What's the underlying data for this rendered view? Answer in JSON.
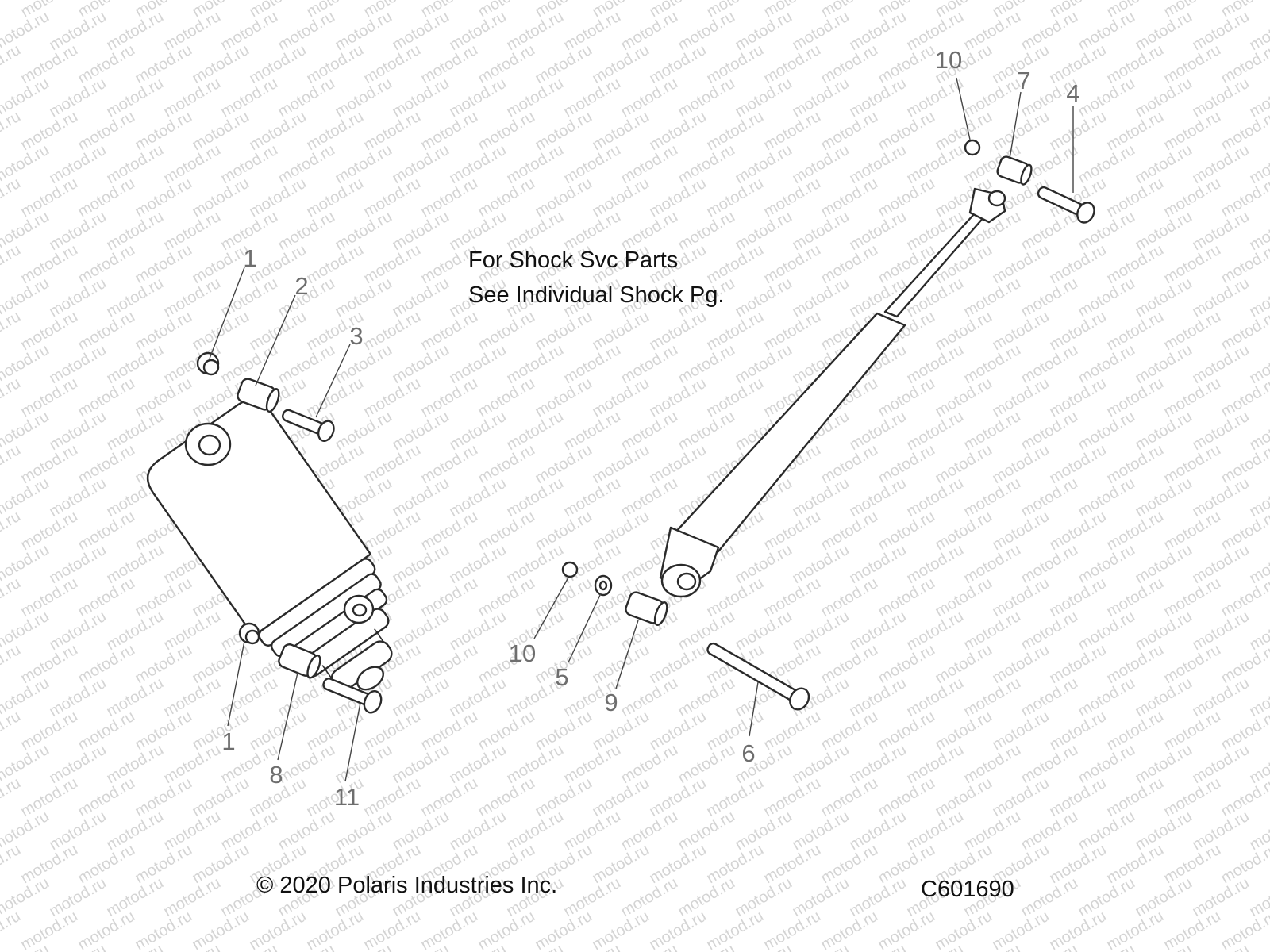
{
  "note": {
    "line1": "For Shock Svc Parts",
    "line2": "See Individual Shock Pg."
  },
  "copyright": "© 2020 Polaris Industries Inc.",
  "figure_id": "C601690",
  "watermark": "motod.ru",
  "callouts": [
    {
      "id": "callout-1-top",
      "label": "1"
    },
    {
      "id": "callout-2",
      "label": "2"
    },
    {
      "id": "callout-3",
      "label": "3"
    },
    {
      "id": "callout-1-bottom",
      "label": "1"
    },
    {
      "id": "callout-8",
      "label": "8"
    },
    {
      "id": "callout-11",
      "label": "11"
    },
    {
      "id": "callout-10-top",
      "label": "10"
    },
    {
      "id": "callout-7",
      "label": "7"
    },
    {
      "id": "callout-4",
      "label": "4"
    },
    {
      "id": "callout-10-bottom",
      "label": "10"
    },
    {
      "id": "callout-5",
      "label": "5"
    },
    {
      "id": "callout-9",
      "label": "9"
    },
    {
      "id": "callout-6",
      "label": "6"
    }
  ]
}
